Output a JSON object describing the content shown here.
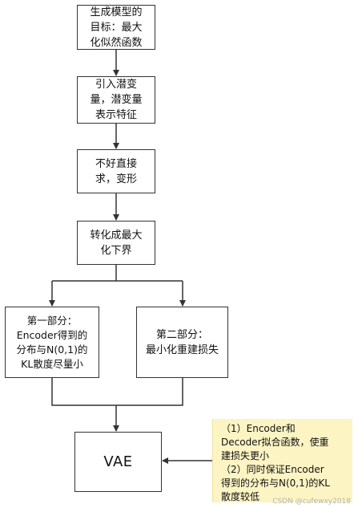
{
  "nodes": {
    "goal": "生成模型的\n目标：最大\n化似然函数",
    "latent": "引入潜变\n量，潜变量\n表示特征",
    "transform": "不好直接\n求，变形",
    "lower_bound": "转化成最大\n化下界",
    "part_one": "第一部分：\nEncoder得到的\n分布与N(0,1)的\nKL散度尽量小",
    "part_two": "第二部分：\n最小化重建损失",
    "vae": "VAE"
  },
  "note": {
    "text": "（1）Encoder和\nDecoder拟合函数，使重\n建损失更小\n（2）同时保证Encoder\n得到的分布与N(0,1)的KL\n散度较低",
    "background": "#fdf4c4"
  },
  "watermark": "CSDN @cufewxy2018",
  "colors": {
    "line": "#333333",
    "box_border": "#333333"
  }
}
